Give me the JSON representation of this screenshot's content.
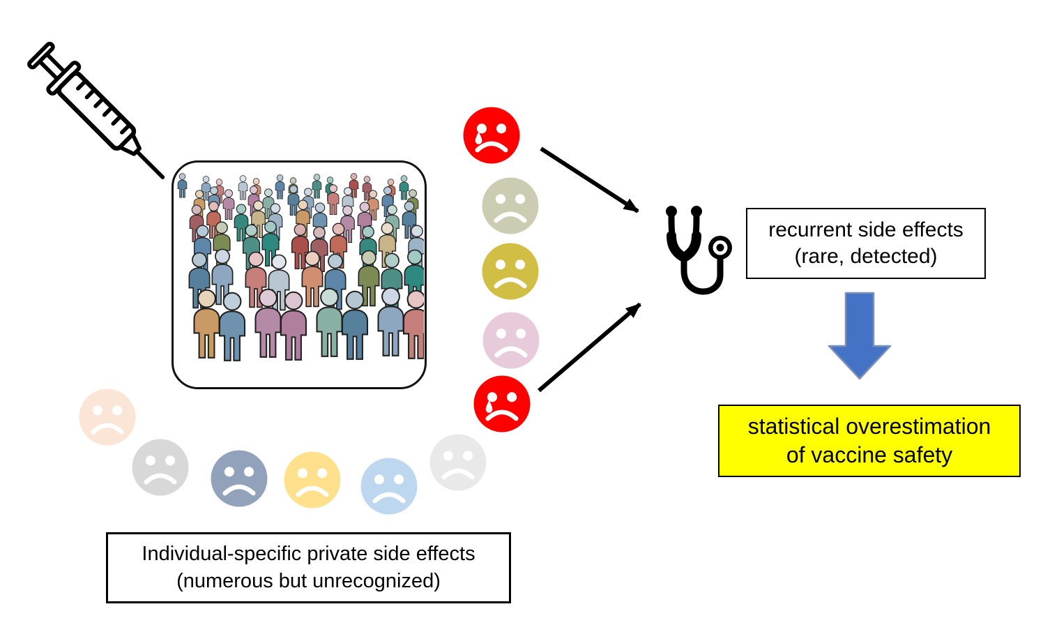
{
  "diagram_title": "vaccine side effects detection diagram",
  "boxes": {
    "recurrent": {
      "line1": "recurrent side effects",
      "line2": "(rare, detected)"
    },
    "overestimation": {
      "line1": "statistical overestimation",
      "line2": "of vaccine safety",
      "bg_color": "#FFFF00"
    },
    "private": {
      "line1": "Individual-specific private side effects",
      "line2": "(numerous but unrecognized)"
    }
  },
  "icons": {
    "syringe": "syringe-icon",
    "stethoscope": "stethoscope-icon",
    "down_block_arrow": "blue-block-down-arrow",
    "crowd": "crowd-of-people-image"
  },
  "colors": {
    "arrow_black": "#000000",
    "block_arrow_blue": "#4472C4",
    "block_arrow_outline": "#7d91b8",
    "box_border": "#000000",
    "highlight_yellow": "#FFFF00",
    "face_red": "#FF0000"
  },
  "detected_faces": [
    {
      "name": "crying-red",
      "color": "#FF0000",
      "tear": true
    },
    {
      "name": "olive",
      "color": "#CCCCB3",
      "tear": false
    },
    {
      "name": "mustard",
      "color": "#D0BE45",
      "tear": false
    },
    {
      "name": "pink",
      "color": "#E7CBDA",
      "tear": false
    },
    {
      "name": "crying-red",
      "color": "#FF0000",
      "tear": true
    }
  ],
  "undetected_faces": [
    {
      "name": "peach",
      "color": "#FAE5D7"
    },
    {
      "name": "gray",
      "color": "#D8D8D8"
    },
    {
      "name": "blue-gray",
      "color": "#93A2BB"
    },
    {
      "name": "yellow",
      "color": "#FFE18D"
    },
    {
      "name": "light-blue",
      "color": "#BDD7EE"
    },
    {
      "name": "pale-gray",
      "color": "#EAE9E9"
    }
  ],
  "crowd_palette": [
    "#56809c",
    "#b7c6d0",
    "#7b8b53",
    "#a94f4c",
    "#35897e",
    "#c99a66",
    "#b07f9e",
    "#8ea7c0",
    "#cf8f70",
    "#4d8f86",
    "#a05f63",
    "#c9b48a",
    "#6f93ae",
    "#88b0a4",
    "#c77f7b",
    "#5d86a8",
    "#2e8a80",
    "#c06a5a",
    "#9db3c8",
    "#b58aa6"
  ]
}
